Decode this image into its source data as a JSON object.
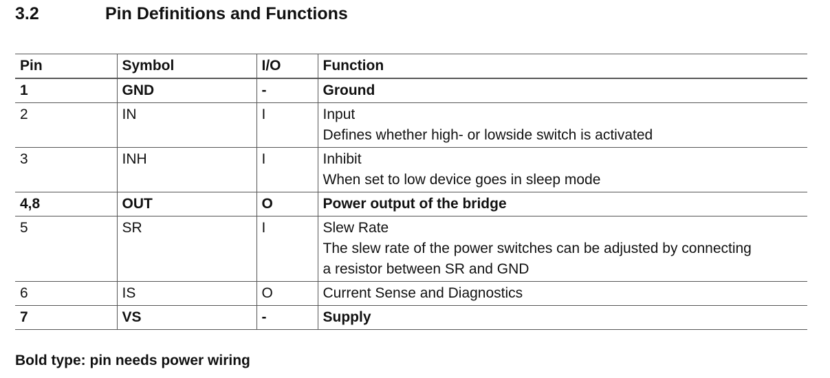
{
  "section": {
    "number": "3.2",
    "title": "Pin Definitions and Functions"
  },
  "table": {
    "headers": {
      "pin": "Pin",
      "symbol": "Symbol",
      "io": "I/O",
      "function": "Function"
    },
    "rows": [
      {
        "pin": "1",
        "symbol": "GND",
        "io": "-",
        "bold": true,
        "function": [
          "Ground"
        ]
      },
      {
        "pin": "2",
        "symbol": "IN",
        "io": "I",
        "bold": false,
        "function": [
          "Input",
          "Defines whether high- or lowside switch is activated"
        ]
      },
      {
        "pin": "3",
        "symbol": "INH",
        "io": "I",
        "bold": false,
        "function": [
          "Inhibit",
          "When set to low device goes in sleep mode"
        ]
      },
      {
        "pin": "4,8",
        "symbol": "OUT",
        "io": "O",
        "bold": true,
        "function": [
          "Power output of the bridge"
        ]
      },
      {
        "pin": "5",
        "symbol": "SR",
        "io": "I",
        "bold": false,
        "function": [
          "Slew Rate",
          "The slew rate of the power switches can be adjusted by connecting",
          "a resistor between SR and GND"
        ]
      },
      {
        "pin": "6",
        "symbol": "IS",
        "io": "O",
        "bold": false,
        "function": [
          "Current Sense and Diagnostics"
        ]
      },
      {
        "pin": "7",
        "symbol": "VS",
        "io": "-",
        "bold": true,
        "function": [
          "Supply"
        ]
      }
    ]
  },
  "footnote": "Bold type: pin needs power wiring"
}
